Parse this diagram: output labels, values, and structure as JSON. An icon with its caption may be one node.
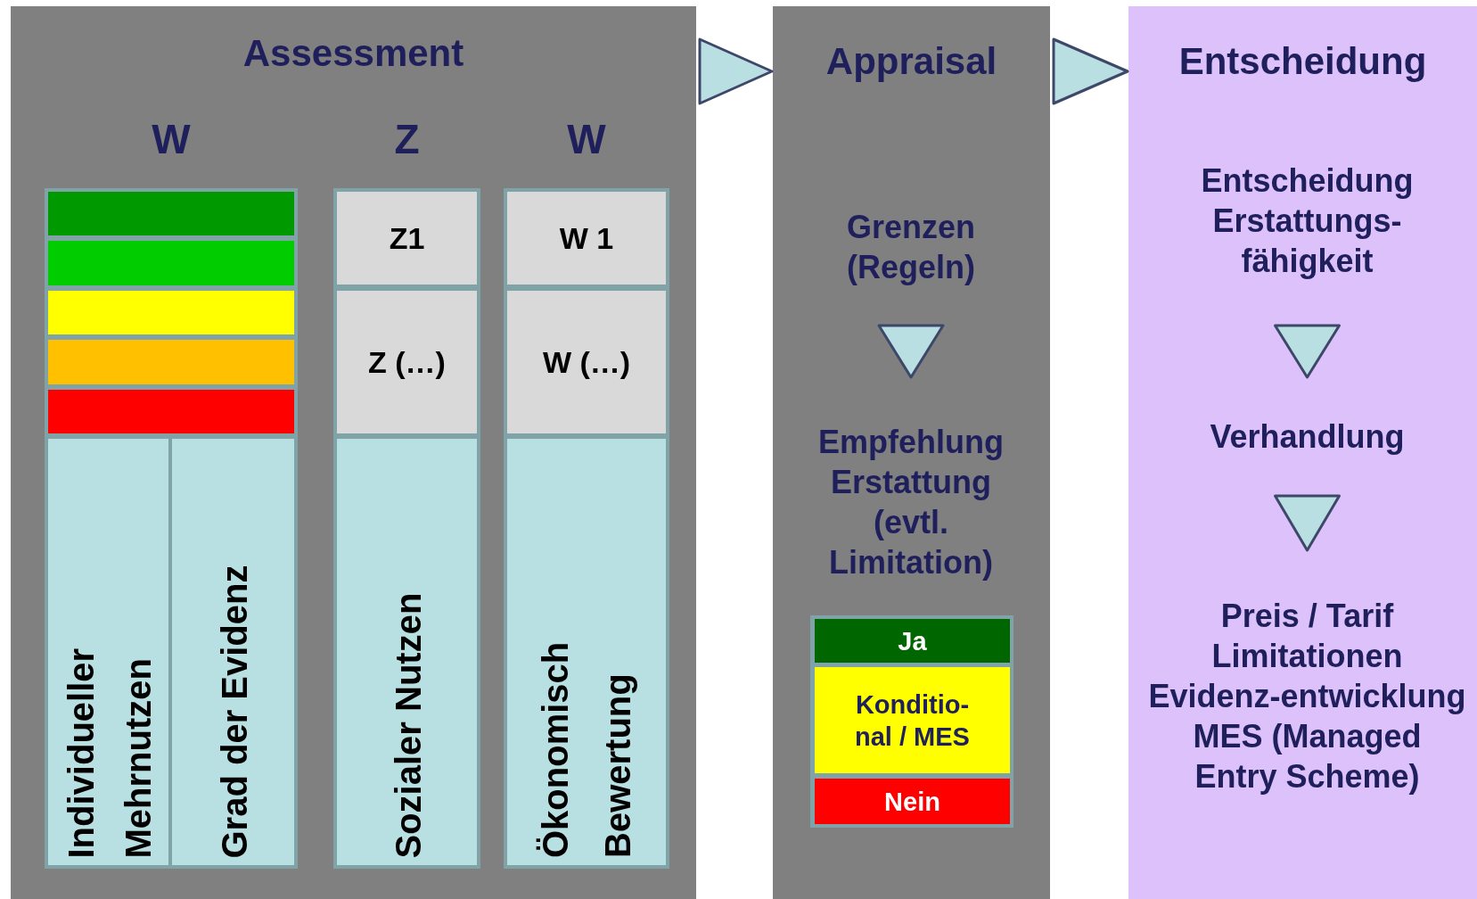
{
  "diagram": {
    "nodes": [
      {
        "text": [
          "Assessment"
        ]
      },
      {
        "text": [
          "W"
        ],
        "in": 0
      },
      {
        "text": [],
        "shape": "bar",
        "in": 1
      },
      {
        "text": [],
        "shape": "bar",
        "in": 1
      },
      {
        "text": [],
        "shape": "bar",
        "in": 1
      },
      {
        "text": [],
        "shape": "bar",
        "in": 1
      },
      {
        "text": [],
        "shape": "bar",
        "in": 1
      },
      {
        "text": [
          "Individueller Mehrnutzen"
        ],
        "in": 1
      },
      {
        "text": [
          "Grad der Evidenz"
        ],
        "in": 1
      },
      {
        "text": [
          "Z"
        ],
        "in": 0
      },
      {
        "text": [
          "Z1"
        ],
        "in": 9
      },
      {
        "text": [
          "Z (…)"
        ],
        "in": 9
      },
      {
        "text": [
          "Sozialer Nutzen"
        ],
        "in": 9
      },
      {
        "text": [
          "W"
        ],
        "in": 0
      },
      {
        "text": [
          "W 1"
        ],
        "in": 13
      },
      {
        "text": [
          "W (…)"
        ],
        "in": 13
      },
      {
        "text": [
          "Ökonomisch Bewertung"
        ],
        "in": 13
      },
      {
        "text": [
          "Appraisal"
        ]
      },
      {
        "text": [
          "Grenzen (Regeln)"
        ],
        "in": 17
      },
      {
        "text": [
          "Empfehlung Erstattung (evtl. Limitation)"
        ],
        "in": 17
      },
      {
        "text": [
          "Ja"
        ],
        "in": 17
      },
      {
        "text": [
          "Konditio- nal / MES"
        ],
        "in": 17
      },
      {
        "text": [
          "Nein"
        ],
        "in": 17
      },
      {
        "text": [
          "Entscheidung"
        ]
      },
      {
        "text": [
          "Entscheidung Erstattungs- fähigkeit"
        ],
        "in": 23
      },
      {
        "text": [
          "Verhandlung"
        ],
        "in": 23
      },
      {
        "text": [
          "Preis / Tarif Limitationen Evidenz-entwicklung MES (Managed Entry Scheme)"
        ],
        "in": 23
      }
    ],
    "edges": [
      {
        "from": 0,
        "to": 17,
        "arrow": "to"
      },
      {
        "from": 17,
        "to": 23,
        "arrow": "to"
      },
      {
        "from": 18,
        "to": 19,
        "arrow": "to"
      },
      {
        "from": 24,
        "to": 25,
        "arrow": "to"
      },
      {
        "from": 25,
        "to": 26,
        "arrow": "to"
      }
    ]
  }
}
